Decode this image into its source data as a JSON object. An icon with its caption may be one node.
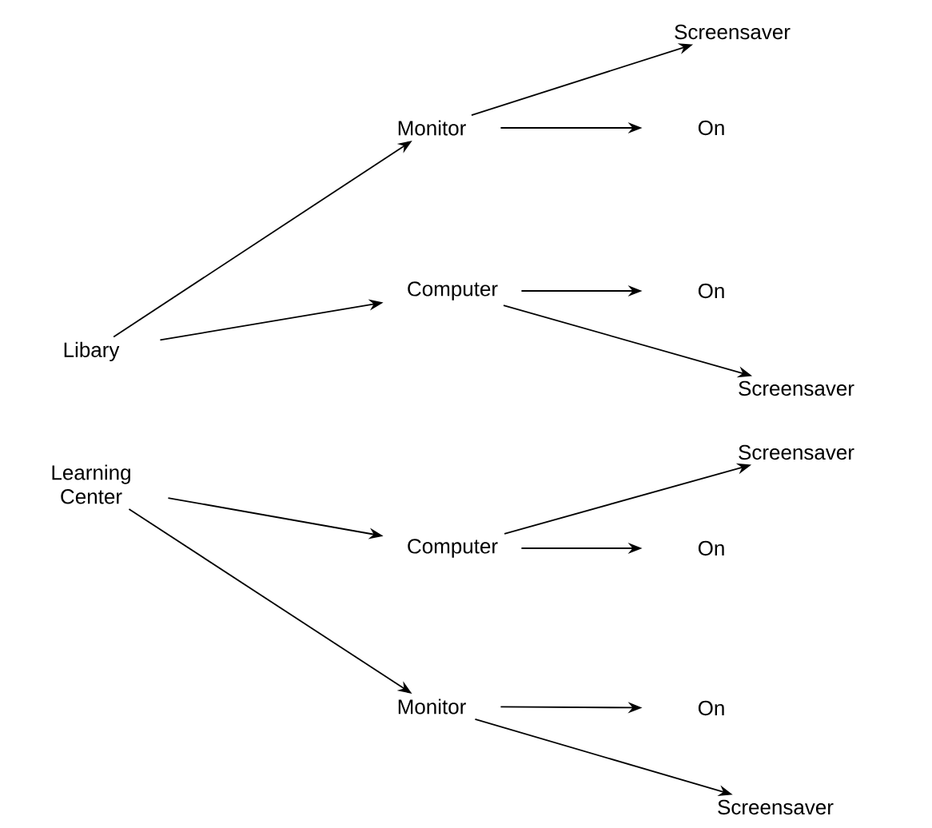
{
  "diagram": {
    "nodes": [
      {
        "text": [
          "Libary"
        ]
      },
      {
        "text": [
          "Learning Center"
        ]
      },
      {
        "text": [
          "Monitor"
        ]
      },
      {
        "text": [
          "Computer"
        ]
      },
      {
        "text": [
          "Computer"
        ]
      },
      {
        "text": [
          "Monitor"
        ]
      },
      {
        "text": [
          "Screensaver"
        ]
      },
      {
        "text": [
          "On"
        ]
      },
      {
        "text": [
          "On"
        ]
      },
      {
        "text": [
          "Screensaver"
        ]
      },
      {
        "text": [
          "Screensaver"
        ]
      },
      {
        "text": [
          "On"
        ]
      },
      {
        "text": [
          "On"
        ]
      },
      {
        "text": [
          "Screensaver"
        ]
      }
    ],
    "edges": [
      {
        "from": 0,
        "to": 2,
        "arrow": "to"
      },
      {
        "from": 0,
        "to": 3,
        "arrow": "to"
      },
      {
        "from": 1,
        "to": 4,
        "arrow": "to"
      },
      {
        "from": 1,
        "to": 5,
        "arrow": "to"
      },
      {
        "from": 2,
        "to": 6,
        "arrow": "to"
      },
      {
        "from": 2,
        "to": 7,
        "arrow": "to"
      },
      {
        "from": 3,
        "to": 8,
        "arrow": "to"
      },
      {
        "from": 3,
        "to": 9,
        "arrow": "to"
      },
      {
        "from": 4,
        "to": 10,
        "arrow": "to"
      },
      {
        "from": 4,
        "to": 11,
        "arrow": "to"
      },
      {
        "from": 5,
        "to": 12,
        "arrow": "to"
      },
      {
        "from": 5,
        "to": 13,
        "arrow": "to"
      }
    ]
  }
}
